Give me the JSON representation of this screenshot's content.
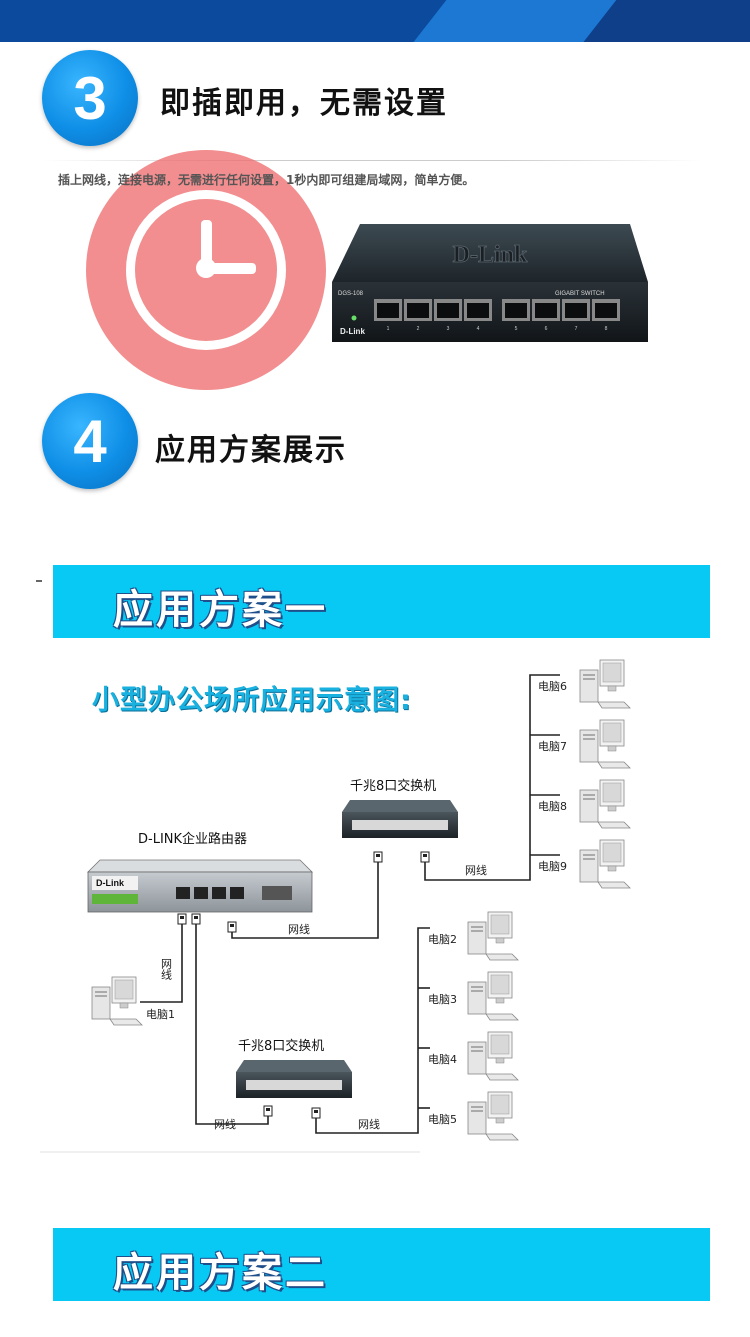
{
  "section3": {
    "number": "3",
    "title": "即插即用，无需设置",
    "description": "插上网线，连接电源，无需进行任何设置，1秒内即可组建局域网，简单方便。"
  },
  "product": {
    "brand": "D-Link",
    "model": "DGS-108",
    "subtitle": "GIGABIT SWITCH",
    "ports": [
      "1",
      "2",
      "3",
      "4",
      "5",
      "6",
      "7",
      "8"
    ]
  },
  "section4": {
    "number": "4",
    "title": "应用方案展示"
  },
  "plan1": {
    "banner": "应用方案一"
  },
  "diagram": {
    "title": "小型办公场所应用示意图:",
    "router_label": "D-LINK企业路由器",
    "router_brand": "D-Link",
    "switch_top_label": "千兆8口交换机",
    "switch_bottom_label": "千兆8口交换机",
    "cable_label": "网线",
    "cable_vertical_label": "网线",
    "pc1": "电脑1",
    "pcs_bottom": [
      "电脑2",
      "电脑3",
      "电脑4",
      "电脑5"
    ],
    "pcs_top": [
      "电脑6",
      "电脑7",
      "电脑8",
      "电脑9"
    ]
  },
  "plan2": {
    "banner": "应用方案二"
  },
  "colors": {
    "accent_blue": "#0e8ee6",
    "banner_cyan": "#07c9f3",
    "clock_red": "#ee6e70",
    "top_bar": "#0b4a9c"
  }
}
